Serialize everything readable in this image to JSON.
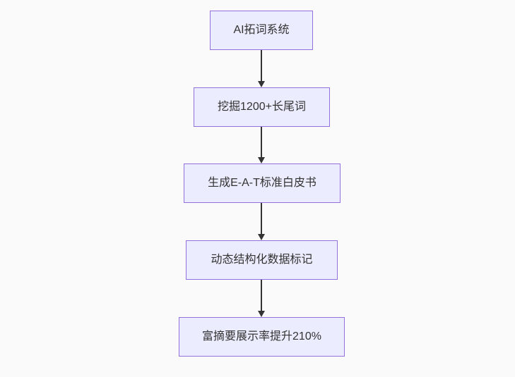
{
  "flowchart": {
    "type": "flowchart",
    "direction": "top-down",
    "background_color": "#fafafa",
    "node_fill_color": "#ececff",
    "node_border_color": "#9370db",
    "node_text_color": "#333333",
    "arrow_color": "#333333",
    "nodes": [
      {
        "id": "n1",
        "label": "AI拓词系统"
      },
      {
        "id": "n2",
        "label": "挖掘1200+长尾词"
      },
      {
        "id": "n3",
        "label": "生成E-A-T标准白皮书"
      },
      {
        "id": "n4",
        "label": "动态结构化数据标记"
      },
      {
        "id": "n5",
        "label": "富摘要展示率提升210%"
      }
    ],
    "edges": [
      {
        "from": "n1",
        "to": "n2"
      },
      {
        "from": "n2",
        "to": "n3"
      },
      {
        "from": "n3",
        "to": "n4"
      },
      {
        "from": "n4",
        "to": "n5"
      }
    ]
  }
}
